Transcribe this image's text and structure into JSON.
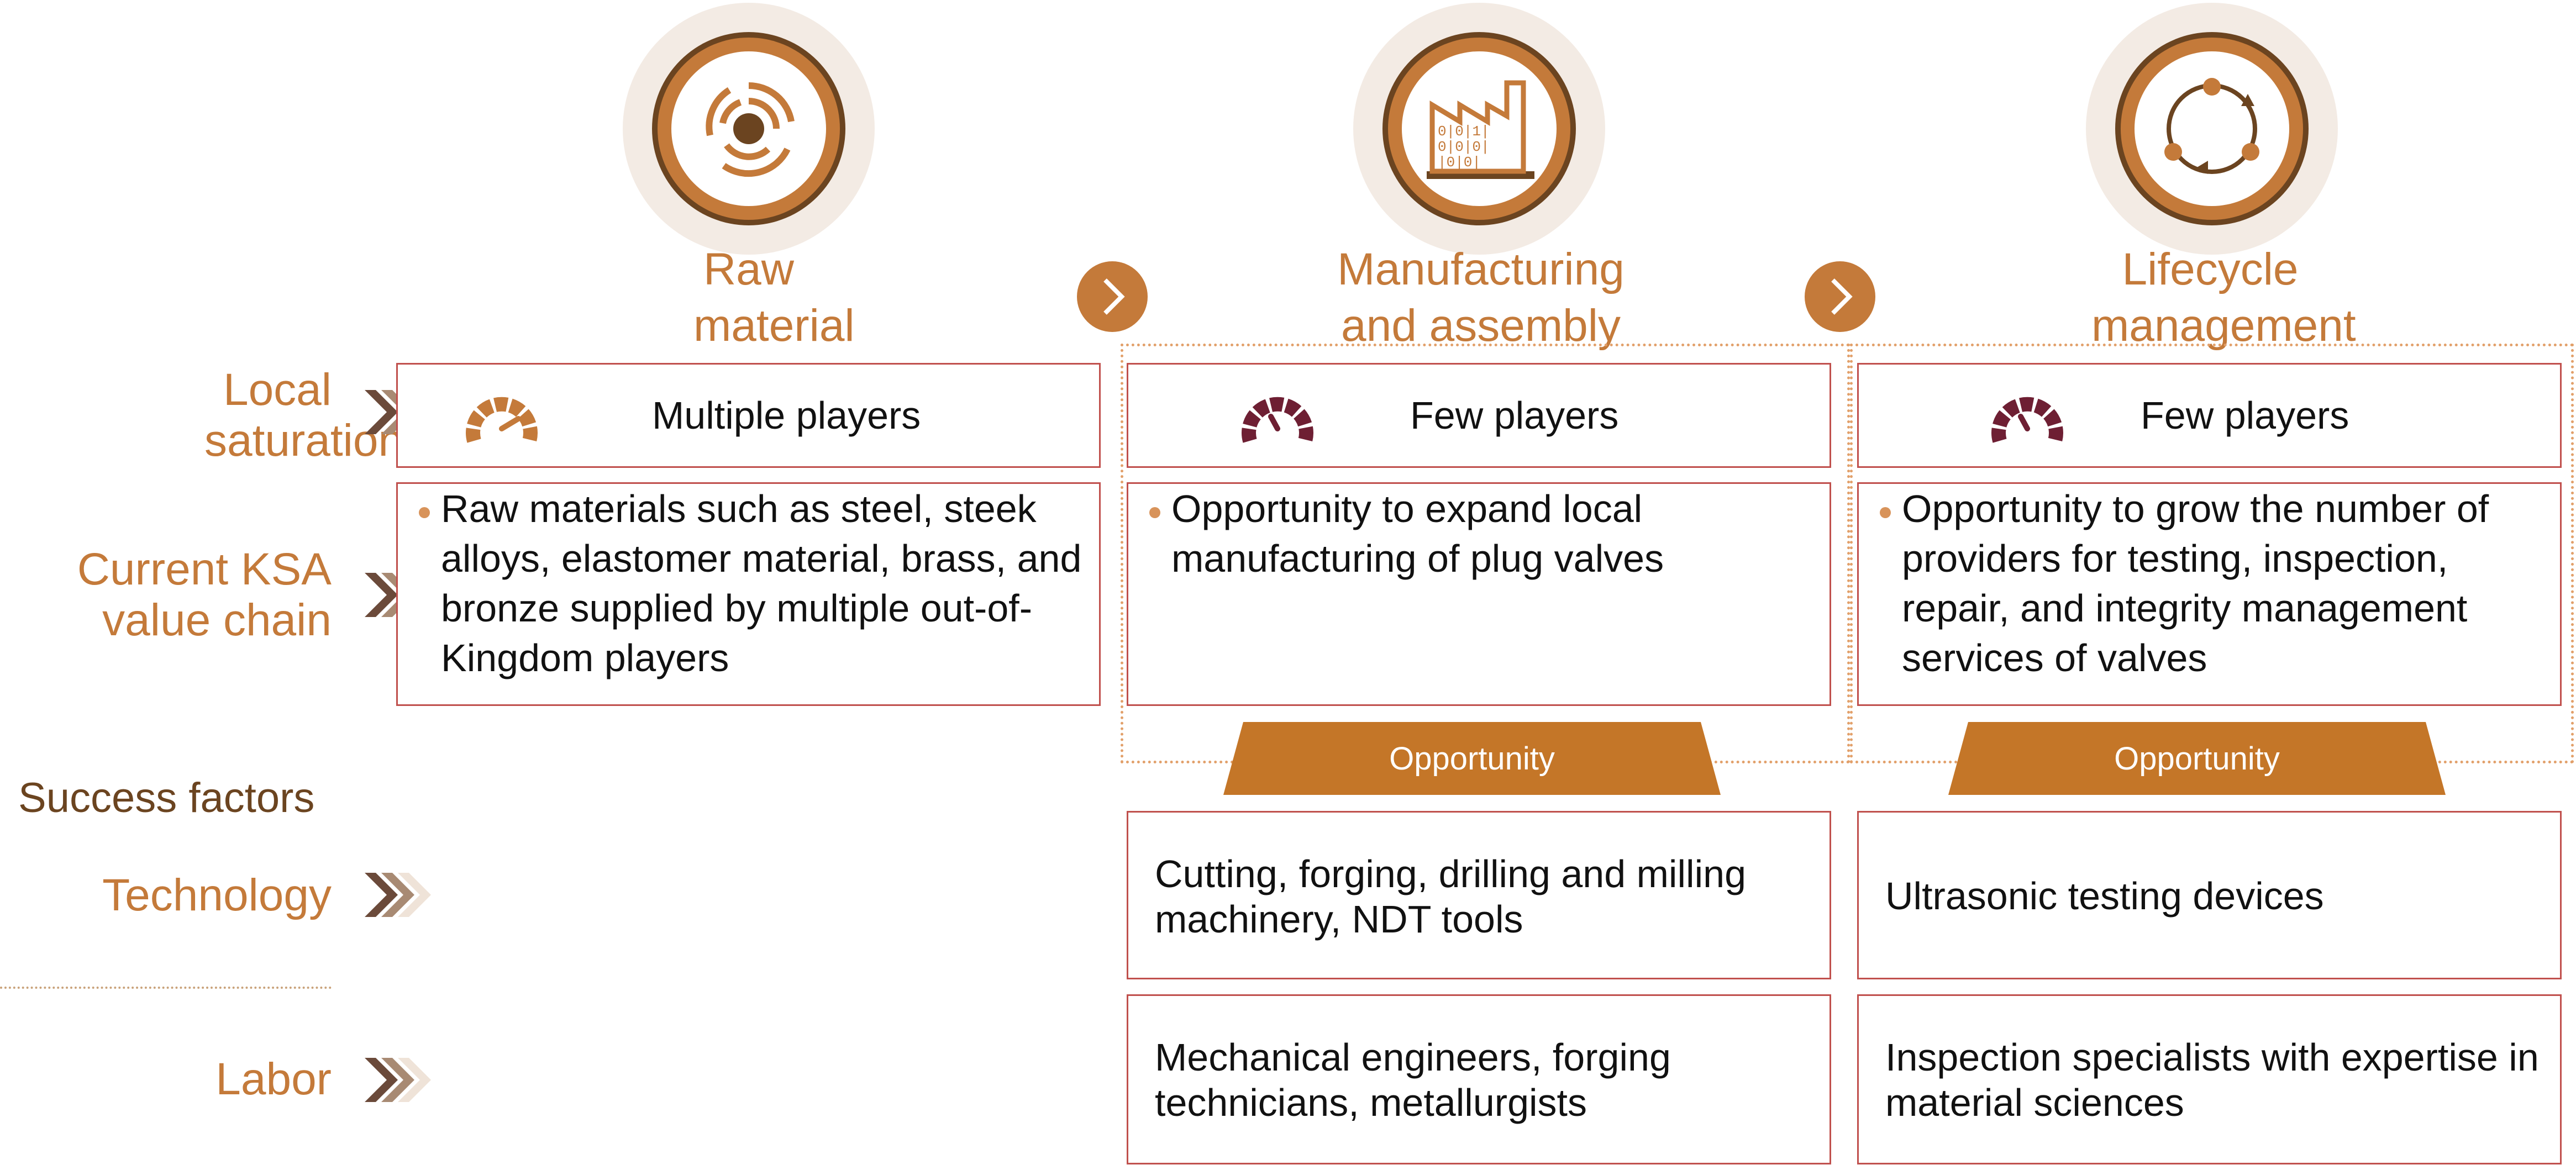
{
  "columns": [
    {
      "title": "Raw material",
      "icon": "raw-material-icon"
    },
    {
      "title": "Manufacturing and assembly",
      "icon": "factory-icon"
    },
    {
      "title": "Lifecycle management",
      "icon": "lifecycle-cycle-icon"
    }
  ],
  "row_labels": {
    "local_saturation": "Local saturation",
    "value_chain": "Current KSA value chain",
    "success_factors": "Success factors",
    "technology": "Technology",
    "labor": "Labor"
  },
  "saturation": [
    {
      "text": "Multiple players",
      "gauge_icon": "gauge-high-icon"
    },
    {
      "text": "Few players",
      "gauge_icon": "gauge-low-icon"
    },
    {
      "text": "Few players",
      "gauge_icon": "gauge-low-icon"
    }
  ],
  "value_chain": [
    "Raw materials such as steel, steek alloys, elastomer material, brass, and bronze supplied by multiple out-of-Kingdom players",
    "Opportunity to expand local manufacturing of plug valves",
    "Opportunity to grow the number of providers for testing, inspection, repair, and integrity management services of valves"
  ],
  "opportunity_label": "Opportunity",
  "technology": [
    "Cutting, forging, drilling and milling machinery, NDT tools",
    "Ultrasonic testing devices"
  ],
  "labor": [
    "Mechanical engineers, forging technicians, metallurgists",
    "Inspection specialists with expertise in material sciences"
  ],
  "colors": {
    "accent_orange": "#c47a3a",
    "dark_brown": "#6b4420",
    "border_red": "#c0504d",
    "high_gauge": "#c47a3a",
    "low_gauge": "#6e1f33"
  }
}
